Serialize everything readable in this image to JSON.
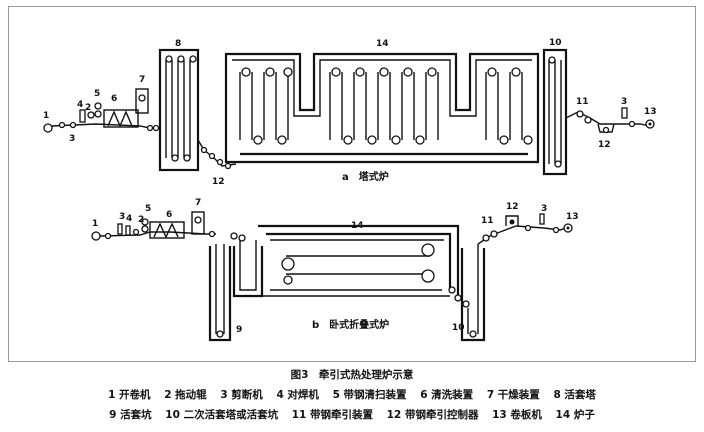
{
  "figure_title": "图3　牵引式热处理炉示意",
  "subtitles": {
    "a": "a　塔式炉",
    "b": "b　卧式折叠式炉"
  },
  "legend_row1": [
    "1 开卷机",
    "2 拖动辊",
    "3 剪断机",
    "4 对焊机",
    "5 带钢清扫装置",
    "6 清洗装置",
    "7 干燥装置",
    "8 活套塔"
  ],
  "legend_row2": [
    "9 活套坑",
    "10 二次活套塔或活套坑",
    "11 带钢牵引装置",
    "12 带钢牵引控制器",
    "13 卷板机",
    "14 炉子"
  ],
  "labels_a": {
    "l1": "1",
    "l3": "3",
    "l4": "4",
    "l2": "2",
    "l5": "5",
    "l6": "6",
    "l7": "7",
    "l8": "8",
    "l12": "12",
    "l14": "14",
    "l10": "10",
    "l11": "11",
    "l3b": "3",
    "l12b": "12",
    "l13": "13"
  },
  "labels_b": {
    "l1": "1",
    "l3": "3",
    "l4": "4",
    "l2": "2",
    "l5": "5",
    "l6": "6",
    "l7": "7",
    "l9": "9",
    "l14": "14",
    "l10": "10",
    "l11": "11",
    "l12": "12",
    "l3b": "3",
    "l13": "13"
  }
}
